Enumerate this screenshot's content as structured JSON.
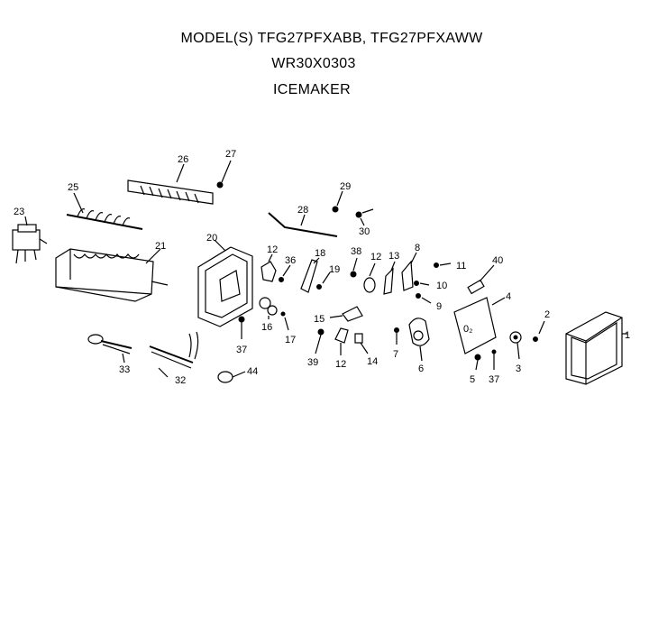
{
  "header": {
    "models": "MODEL(S) TFG27PFXABB, TFG27PFXAWW",
    "part_number": "WR30X0303",
    "assembly": "ICEMAKER"
  },
  "callouts": {
    "p1": "1",
    "p2": "2",
    "p3": "3",
    "p4": "4",
    "p5": "5",
    "p6": "6",
    "p7": "7",
    "p8": "8",
    "p9": "9",
    "p10": "10",
    "p11": "11",
    "p12a": "12",
    "p12b": "12",
    "p12c": "12",
    "p13": "13",
    "p14": "14",
    "p15": "15",
    "p16": "16",
    "p17": "17",
    "p18": "18",
    "p19": "19",
    "p20": "20",
    "p21": "21",
    "p23": "23",
    "p25": "25",
    "p26": "26",
    "p27": "27",
    "p28": "28",
    "p29": "29",
    "p30": "30",
    "p32": "32",
    "p33": "33",
    "p36": "36",
    "p37a": "37",
    "p37b": "37",
    "p38": "38",
    "p39": "39",
    "p40": "40",
    "p44": "44"
  }
}
